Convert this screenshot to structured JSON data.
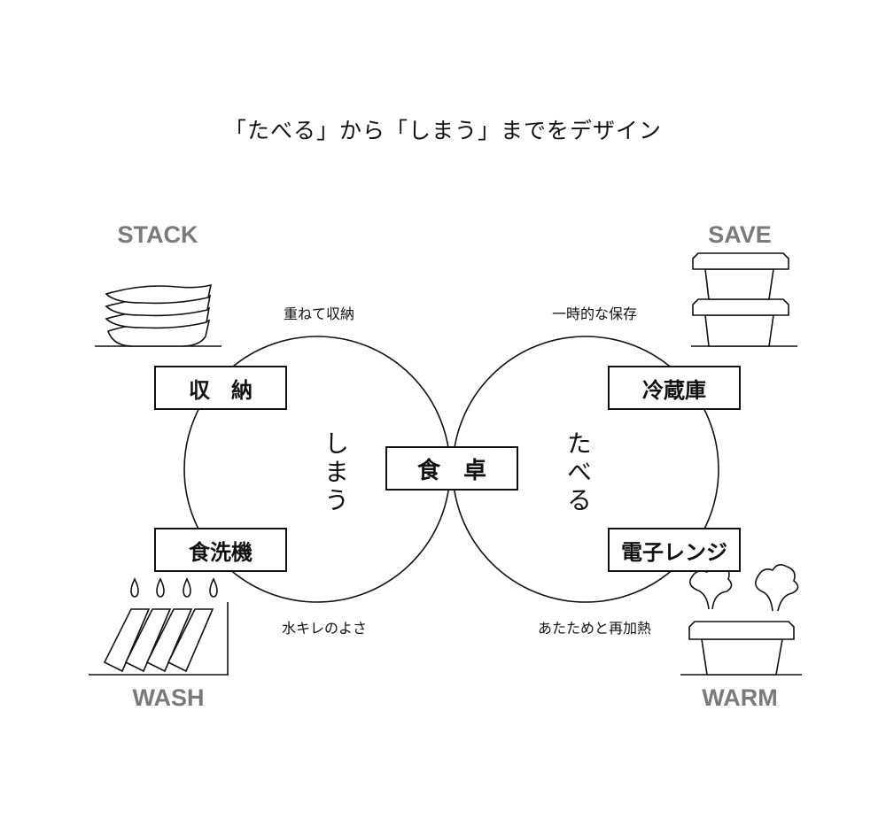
{
  "title": "「たべる」から「しまう」までをデザイン",
  "left_circle": {
    "label": "しまう"
  },
  "right_circle": {
    "label": "たべる"
  },
  "center": {
    "label": "食　卓"
  },
  "nodes": {
    "storage": {
      "label": "収　納",
      "caption": "重ねて収納",
      "english": "STACK",
      "icon": "stacked-bowls-icon"
    },
    "dishwasher": {
      "label": "食洗機",
      "caption": "水キレのよさ",
      "english": "WASH",
      "icon": "dish-rack-icon"
    },
    "fridge": {
      "label": "冷蔵庫",
      "caption": "一時的な保存",
      "english": "SAVE",
      "icon": "stacked-containers-icon"
    },
    "microwave": {
      "label": "電子レンジ",
      "caption": "あたためと再加熱",
      "english": "WARM",
      "icon": "steaming-container-icon"
    }
  }
}
